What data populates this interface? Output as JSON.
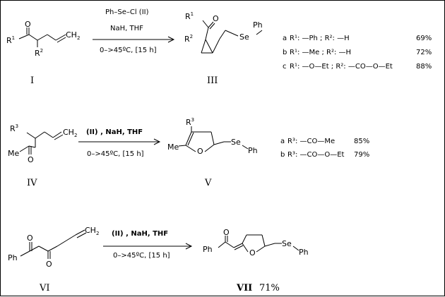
{
  "reactions": [
    {
      "reagent_top": "Ph–Se–Cl  (II)",
      "reagent_mid": "NaH, THF",
      "conditions": "0–>45ºC, [15 h]",
      "start_label": "I",
      "product_label": "III",
      "start_atoms": {
        "o": "O",
        "r1": "R",
        "r1_sup": "1",
        "r2": "R",
        "r2_sup": "2"
      },
      "product_atoms": {
        "r1": "R",
        "r1_sup": "1",
        "o": "O",
        "r2": "R",
        "r2_sup": "2",
        "se": "Se",
        "ph": "Ph"
      },
      "variants": [
        {
          "id": "a",
          "text": "R¹: —Ph ; R²: —H",
          "yield": "69%"
        },
        {
          "id": "b",
          "text": "R¹: —Me ; R²: —H",
          "yield": "72%"
        },
        {
          "id": "c",
          "text": "R¹: —O—Et ; R²: —CO—O—Et",
          "yield": "88%"
        }
      ]
    },
    {
      "reagent_top": "(II) , NaH, THF",
      "conditions": "0–>45ºC, [15 h]",
      "start_label": "IV",
      "product_label": "V",
      "start_atoms": {
        "r3": "R",
        "r3_sup": "3",
        "me": "Me",
        "o": "O"
      },
      "product_atoms": {
        "r3": "R",
        "r3_sup": "3",
        "me": "Me",
        "o": "O",
        "se": "Se",
        "ph": "Ph"
      },
      "variants": [
        {
          "id": "a",
          "text": "R³: —CO—Me",
          "yield": "85%"
        },
        {
          "id": "b",
          "text": "R³: —CO—O—Et",
          "yield": "79%"
        }
      ]
    },
    {
      "reagent_top": "(II) , NaH, THF",
      "conditions": "0–>45ºC, [15 h]",
      "start_label": "VI",
      "product_label": "VII",
      "product_yield": "71%",
      "start_atoms": {
        "o1": "O",
        "o2": "O",
        "ph": "Ph"
      },
      "product_atoms": {
        "o1": "O",
        "o2": "O",
        "ph": "Ph",
        "se": "Se",
        "ph2": "Ph"
      }
    }
  ]
}
